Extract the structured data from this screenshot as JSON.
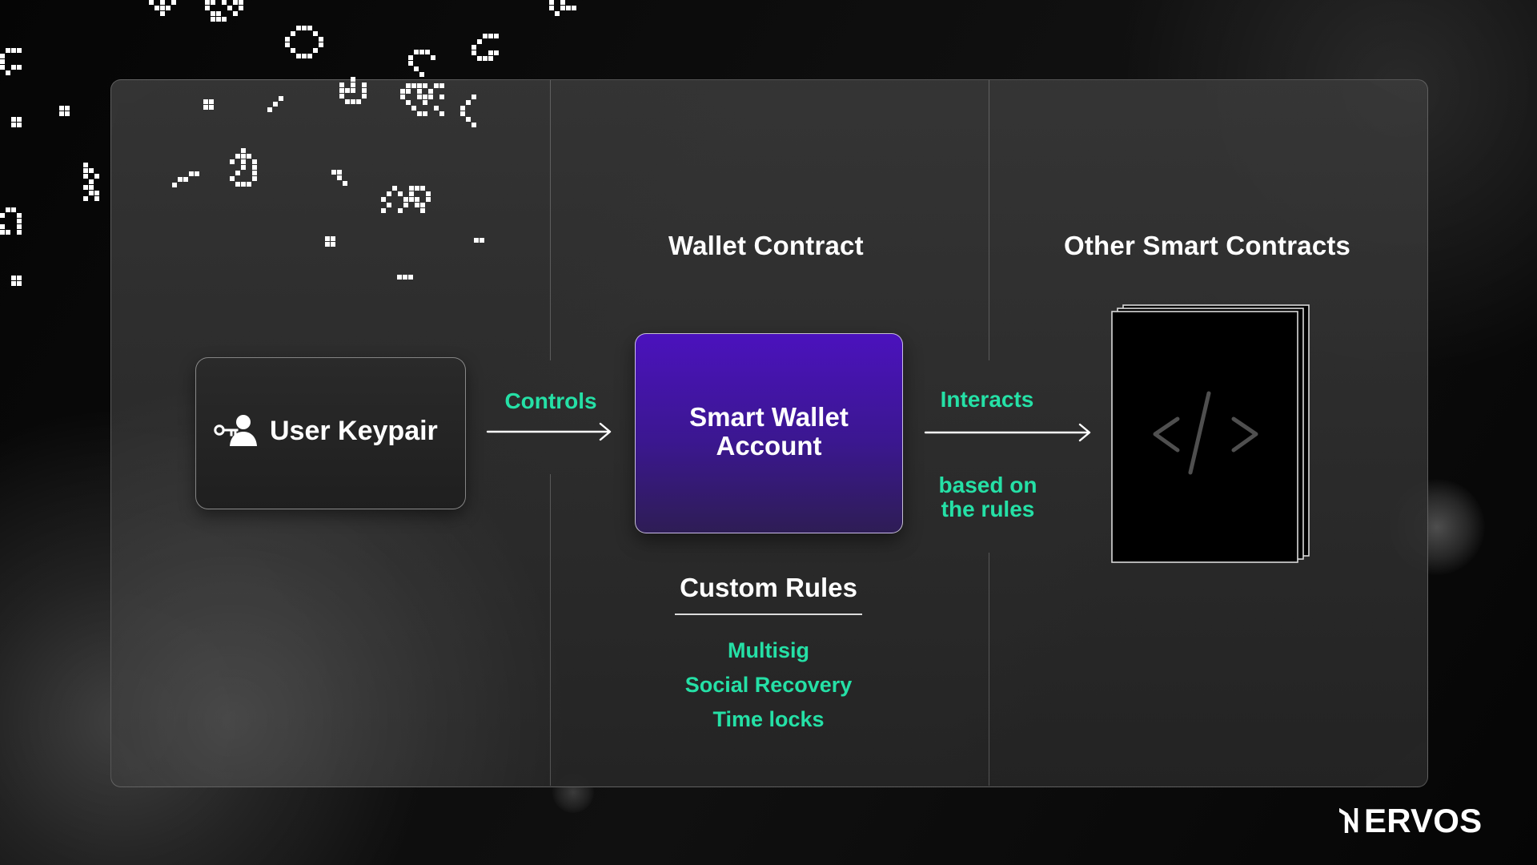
{
  "headers": {
    "wallet_contract": "Wallet Contract",
    "other_contracts": "Other Smart Contracts"
  },
  "keypair": {
    "label": "User Keypair",
    "icon": "user-key-icon"
  },
  "arrows": {
    "controls_label": "Controls",
    "interacts_label": "Interacts",
    "based_on_label": "based on\nthe rules"
  },
  "wallet": {
    "label": "Smart Wallet\nAccount"
  },
  "rules": {
    "title": "Custom Rules",
    "items": [
      "Multisig",
      "Social Recovery",
      "Time locks"
    ]
  },
  "contract_stack": {
    "icon": "code-brackets-icon"
  },
  "brand": {
    "first_glyph": "N",
    "rest": "ERVOS"
  },
  "colors": {
    "accent": "#25e0a6",
    "wallet_purple": "#4b12bd",
    "background": "#000000"
  }
}
